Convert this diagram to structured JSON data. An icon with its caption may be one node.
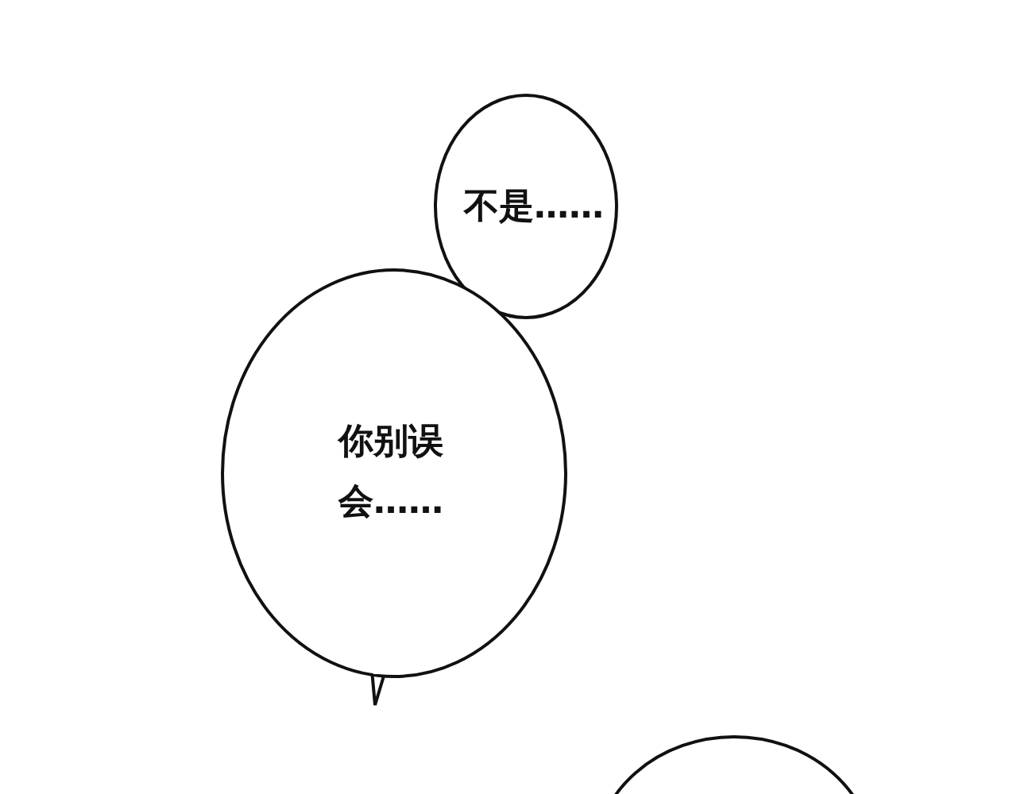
{
  "diagram": {
    "nodes": [
      {
        "text": [
          "不是……"
        ]
      },
      {
        "text": [
          "你别误会……"
        ]
      },
      {
        "text": [],
        "shape": "circle"
      }
    ]
  }
}
